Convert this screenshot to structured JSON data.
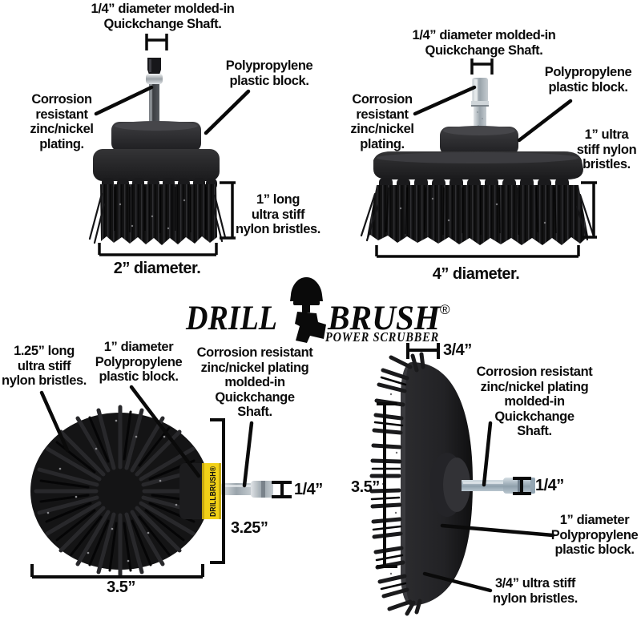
{
  "brand": {
    "logo_drill": "DRILL",
    "logo_brush": "BRUSH",
    "registered_mark": "®",
    "tagline": "POWER SCRUBBER",
    "cylinder_band_text": "DRILLBRUSH®",
    "accent_yellow": "#f2d117",
    "ink": "#0a0a0a"
  },
  "brushes": {
    "two_inch": {
      "shaft_label": [
        "1/4” diameter molded-in",
        "Quickchange Shaft."
      ],
      "block_label": [
        "Polypropylene",
        "plastic block."
      ],
      "plating_label": [
        "Corrosion",
        "resistant",
        "zinc/nickel",
        "plating."
      ],
      "bristle_label": [
        "1” long",
        "ultra stiff",
        "nylon bristles."
      ],
      "diameter_label": "2” diameter."
    },
    "four_inch": {
      "shaft_label": [
        "1/4” diameter molded-in",
        "Quickchange Shaft."
      ],
      "block_label": [
        "Polypropylene",
        "plastic block."
      ],
      "plating_label": [
        "Corrosion",
        "resistant",
        "zinc/nickel",
        "plating."
      ],
      "bristle_label": [
        "1” ultra",
        "stiff nylon",
        "bristles."
      ],
      "diameter_label": "4” diameter."
    },
    "cylinder": {
      "bristle_label": [
        "1.25” long",
        "ultra stiff",
        "nylon bristles."
      ],
      "block_label": [
        "1” diameter",
        "Polypropylene",
        "plastic block."
      ],
      "shaft_label": [
        "Corrosion resistant",
        "zinc/nickel plating",
        "molded-in",
        "Quickchange",
        "Shaft."
      ],
      "shaft_dim": "1/4”",
      "length_dim": "3.25”",
      "width_dim": "3.5”"
    },
    "disc": {
      "edge_dim": "3/4”",
      "shaft_label": [
        "Corrosion resistant",
        "zinc/nickel plating",
        "molded-in",
        "Quickchange",
        "Shaft."
      ],
      "diameter_dim": "3.5”",
      "shaft_dim": "1/4”",
      "block_label": [
        "1” diameter",
        "Polypropylene",
        "plastic block."
      ],
      "bristle_label": [
        "3/4” ultra stiff",
        "nylon bristles."
      ]
    }
  }
}
